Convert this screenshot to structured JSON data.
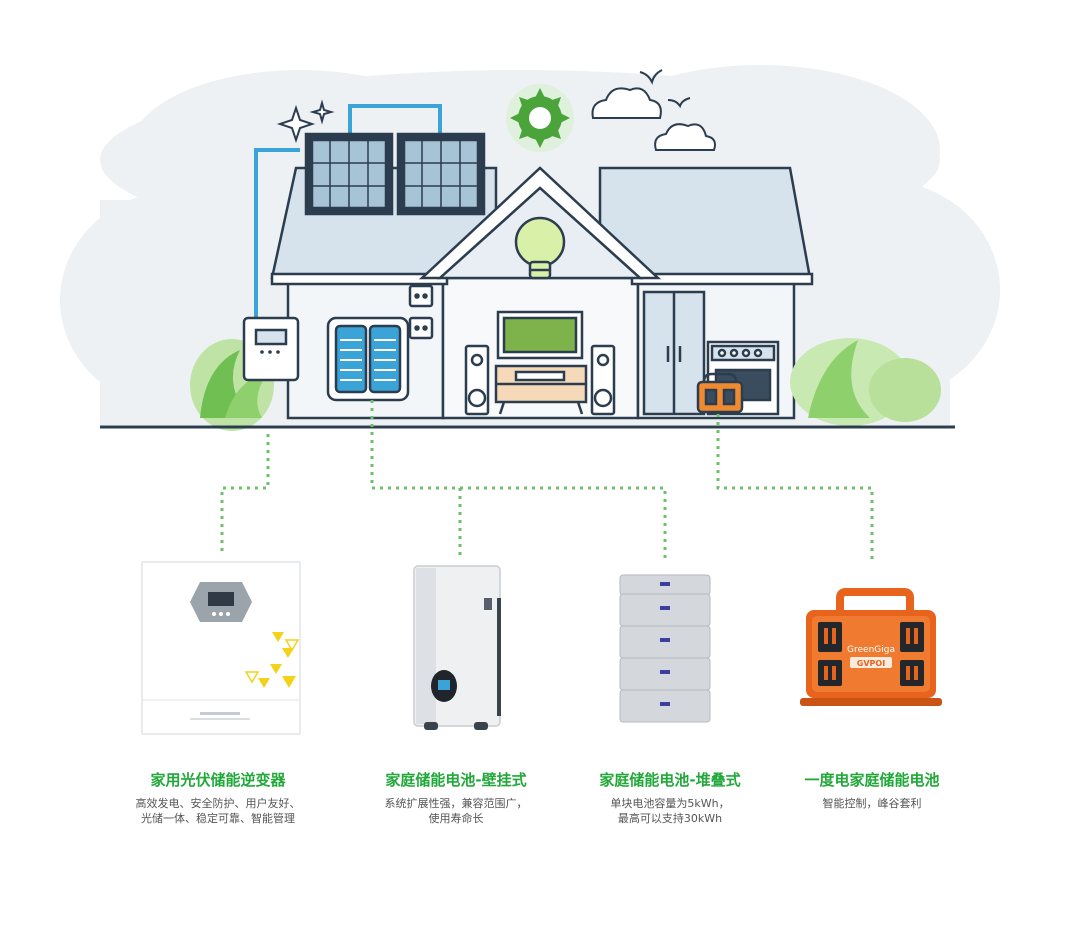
{
  "products": [
    {
      "title": "家用光伏储能逆变器",
      "desc1": "高效发电、安全防护、用户友好、",
      "desc2": "光储一体、稳定可靠、智能管理"
    },
    {
      "title": "家庭储能电池-壁挂式",
      "desc1": "系统扩展性强，兼容范围广，",
      "desc2": "使用寿命长"
    },
    {
      "title": "家庭储能电池-堆叠式",
      "desc1": "单块电池容量为5kWh，",
      "desc2": "最高可以支持30kWh"
    },
    {
      "title": "一度电家庭储能电池",
      "desc1": "智能控制，峰谷套利",
      "desc2": ""
    }
  ],
  "portable_brand": "GreenGiga",
  "portable_model": "GVPOI",
  "colors": {
    "accent_green": "#22a83a",
    "wire_blue": "#3aa3d8",
    "outline": "#2b3d4f",
    "orange": "#e8641c"
  }
}
